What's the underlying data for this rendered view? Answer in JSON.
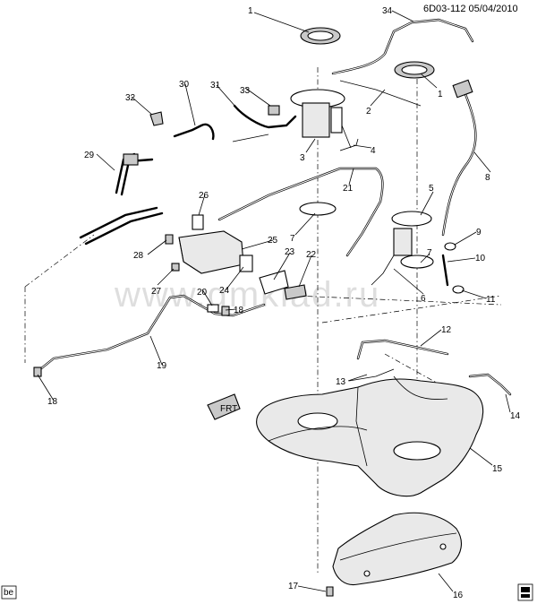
{
  "header": {
    "ref": "6D03-112 05/04/2010"
  },
  "corner_left": "be",
  "watermark": "www.gmklad.ru",
  "arrow_text": "FRT",
  "callouts": {
    "c1a": "1",
    "c1b": "1",
    "c2": "2",
    "c3": "3",
    "c4": "4",
    "c5": "5",
    "c6": "6",
    "c7a": "7",
    "c7b": "7",
    "c8": "8",
    "c9": "9",
    "c10": "10",
    "c11": "11",
    "c12": "12",
    "c13": "13",
    "c14": "14",
    "c15": "15",
    "c16": "16",
    "c17": "17",
    "c18a": "18",
    "c18b": "18",
    "c19": "19",
    "c20": "20",
    "c21": "21",
    "c22": "22",
    "c23": "23",
    "c24": "24",
    "c25": "25",
    "c26": "26",
    "c27": "27",
    "c28": "28",
    "c29": "29",
    "c30": "30",
    "c31": "31",
    "c32": "32",
    "c33": "33",
    "c34": "34"
  }
}
